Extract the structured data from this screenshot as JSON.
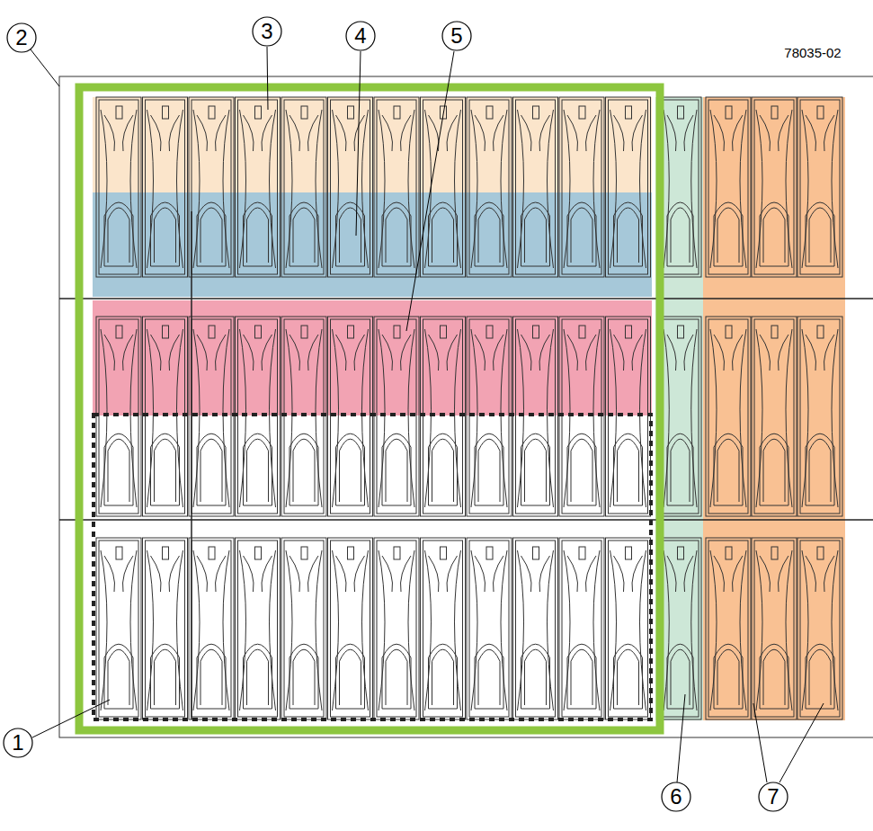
{
  "diagram": {
    "labels": [
      "2",
      "3",
      "4",
      "5",
      "78035-02",
      "1",
      "6",
      "7"
    ]
  }
}
